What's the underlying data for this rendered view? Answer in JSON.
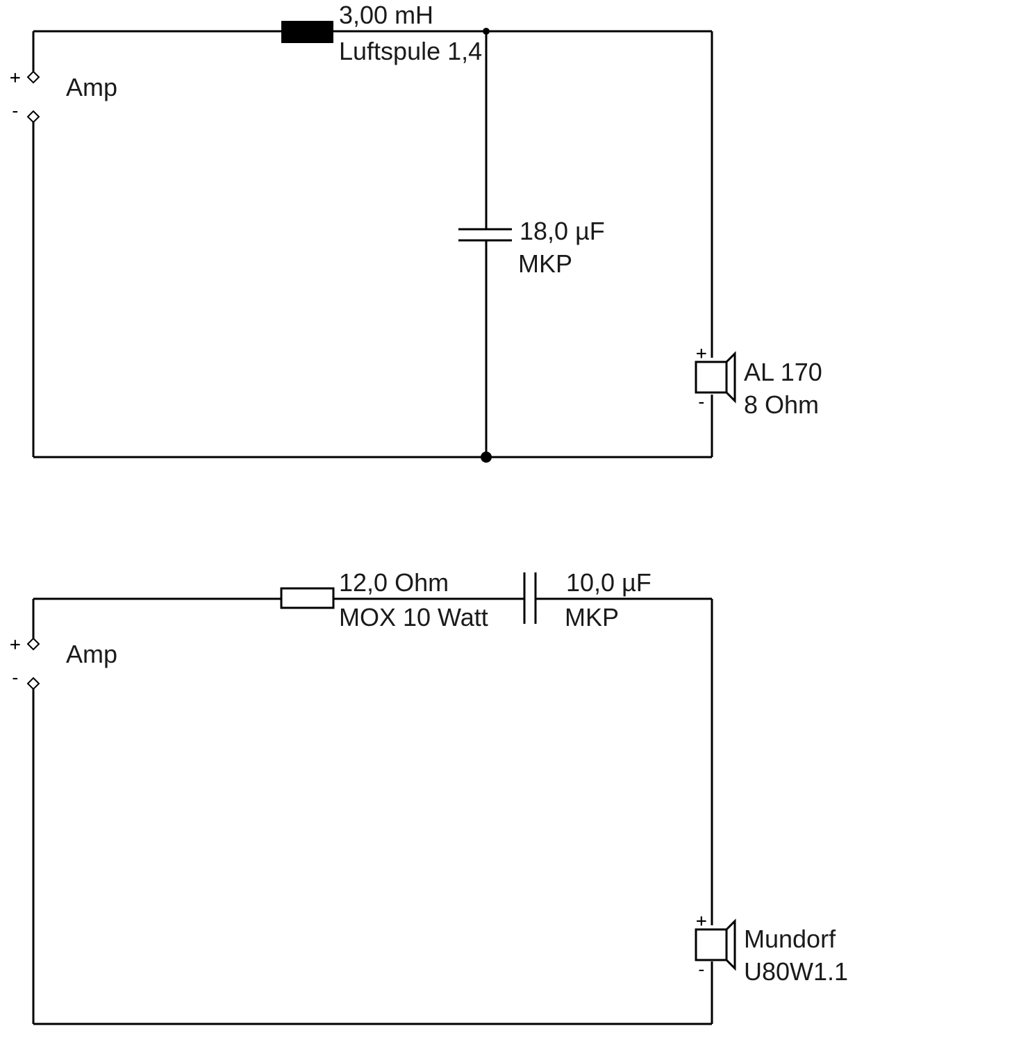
{
  "circuits": [
    {
      "amp_label": "Amp",
      "terminal_plus": "+",
      "terminal_minus": "-",
      "inductor": {
        "value": "3,00 mH",
        "type": "Luftspule 1,4"
      },
      "capacitor": {
        "value": "18,0 µF",
        "type": "MKP"
      },
      "speaker": {
        "name": "AL 170",
        "spec": "8 Ohm",
        "plus": "+",
        "minus": "-"
      }
    },
    {
      "amp_label": "Amp",
      "terminal_plus": "+",
      "terminal_minus": "-",
      "resistor": {
        "value": "12,0 Ohm",
        "type": "MOX 10 Watt"
      },
      "capacitor": {
        "value": "10,0 µF",
        "type": "MKP"
      },
      "speaker": {
        "name": "Mundorf",
        "spec": "U80W1.1",
        "plus": "+",
        "minus": "-"
      }
    }
  ]
}
